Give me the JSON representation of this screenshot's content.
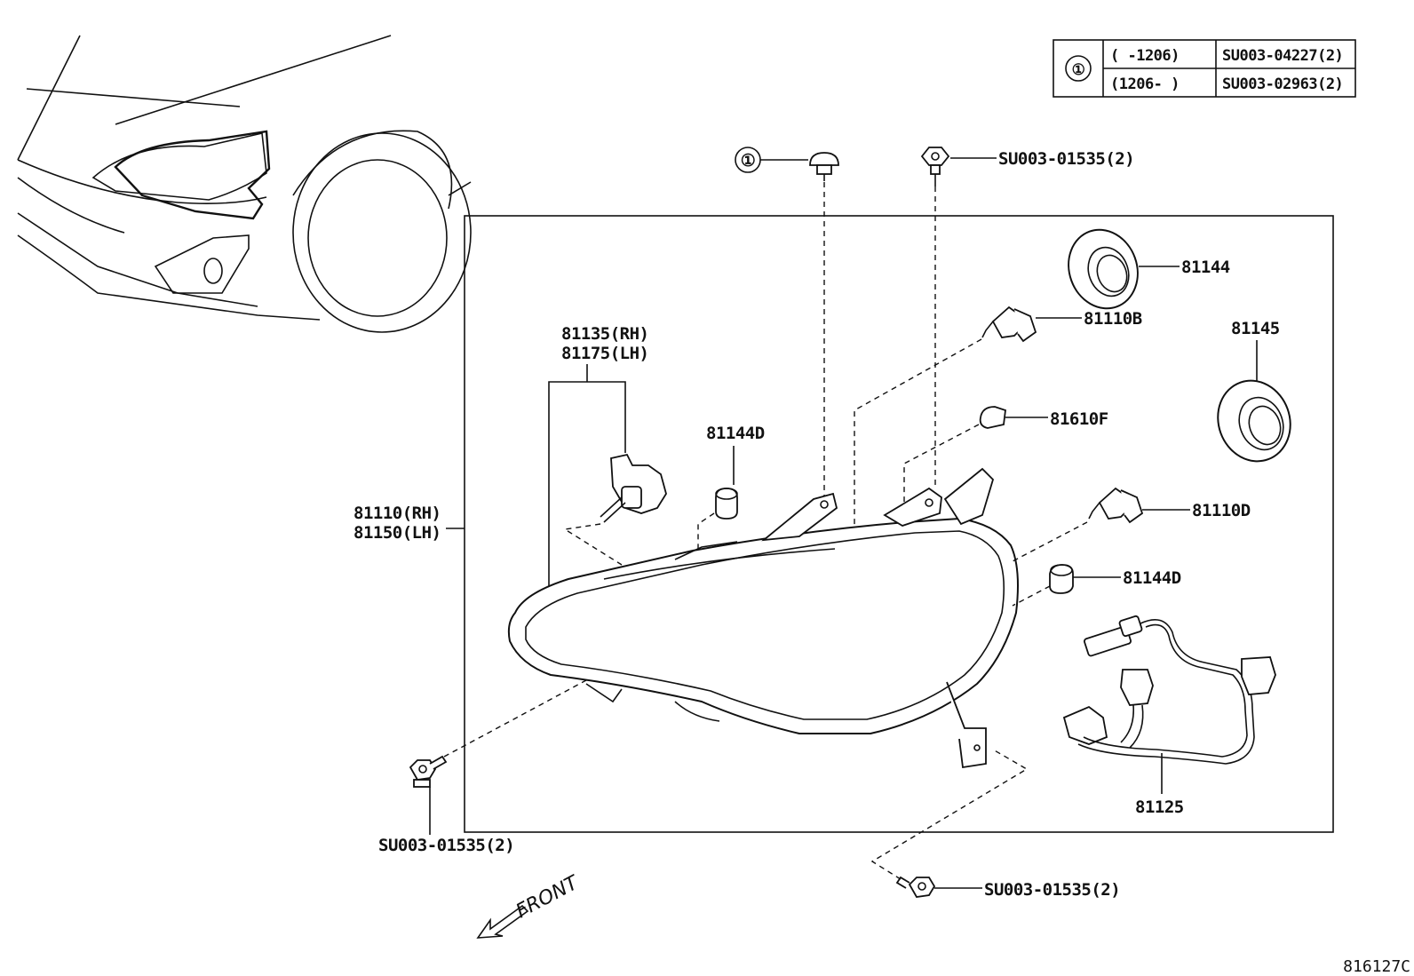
{
  "table": {
    "symbol": "①",
    "rows": [
      {
        "range": "(      -1206)",
        "part": "SU003-04227(2)"
      },
      {
        "range": "(1206-      )",
        "part": "SU003-02963(2)"
      }
    ]
  },
  "callouts": {
    "clip_symbol": "①",
    "bolt_top": "SU003-01535(2)",
    "p81144": "81144",
    "p81110b": "81110B",
    "p81145": "81145",
    "p81135": "81135(RH)",
    "p81175": "81175(LH)",
    "p81144d_upper": "81144D",
    "p81610f": "81610F",
    "p81110": "81110(RH)",
    "p81150": "81150(LH)",
    "p81110d": "81110D",
    "p81144d_lower": "81144D",
    "p81125": "81125",
    "bolt_left": "SU003-01535(2)",
    "bolt_bottom": "SU003-01535(2)"
  },
  "front_label": "FRONT",
  "diagram_ref": "816127C",
  "icons": [
    "clip-icon",
    "bolt-icon",
    "bulb-icon",
    "socket-icon",
    "seal-icon",
    "wire-harness-icon",
    "front-arrow-icon"
  ]
}
